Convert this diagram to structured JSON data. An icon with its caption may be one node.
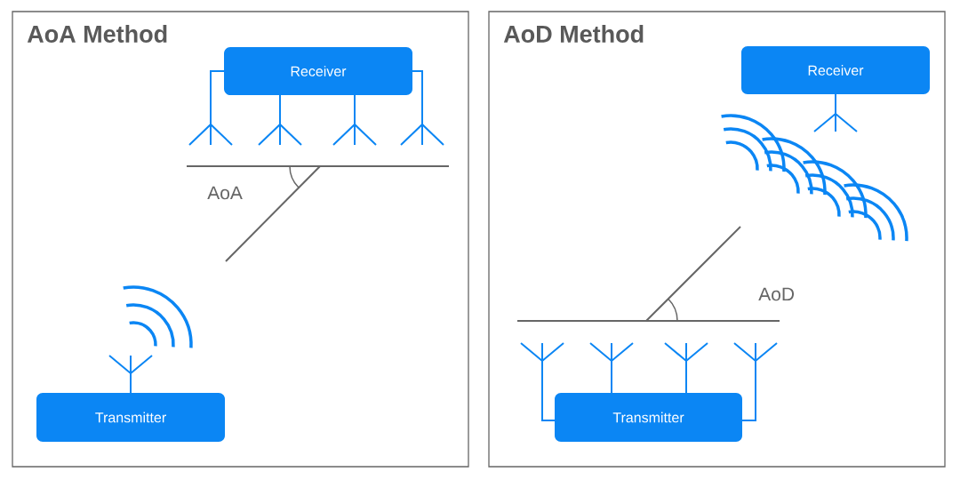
{
  "diagram": {
    "nodes": [
      {
        "text": [
          "AoA Method"
        ]
      },
      {
        "text": [
          "Receiver"
        ],
        "in": 0
      },
      {
        "text": [
          "Transmitter"
        ],
        "in": 0
      },
      {
        "text": [
          "AoD Method"
        ]
      },
      {
        "text": [
          "Receiver"
        ],
        "in": 3
      },
      {
        "text": [
          "Transmitter"
        ],
        "in": 3
      }
    ],
    "labels": [
      "AoA",
      "AoD"
    ]
  }
}
